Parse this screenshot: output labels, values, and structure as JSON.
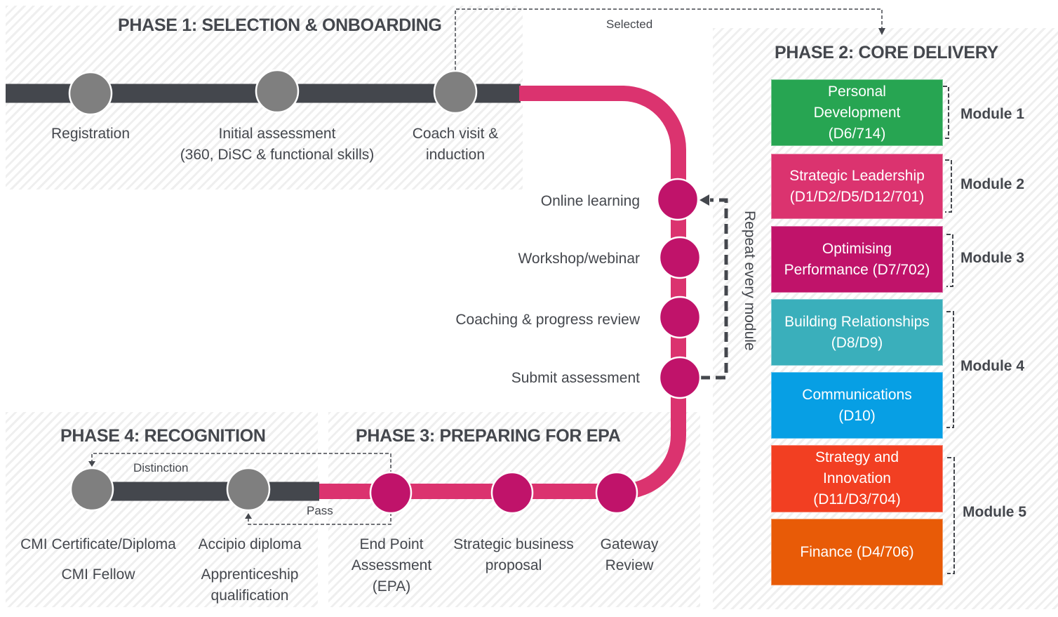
{
  "colors": {
    "dark_track": "#44474d",
    "pink_track": "#db336f",
    "pink_node": "#c0136a",
    "gray_node": "#7f7f7f",
    "text": "#44474d"
  },
  "phase1": {
    "title": "PHASE 1: SELECTION & ONBOARDING",
    "steps": [
      {
        "label_line1": "Registration",
        "label_line2": ""
      },
      {
        "label_line1": "Initial assessment",
        "label_line2": "(360, DiSC & functional skills)"
      },
      {
        "label_line1": "Coach visit &",
        "label_line2": "induction"
      }
    ],
    "selected_label": "Selected"
  },
  "phase2": {
    "title": "PHASE 2: CORE DELIVERY",
    "loop_steps": [
      "Online learning",
      "Workshop/webinar",
      "Coaching & progress review",
      "Submit assessment"
    ],
    "repeat_label": "Repeat every module",
    "modules": [
      {
        "label": "Module 1",
        "boxes": [
          {
            "text": "Personal Development (D6/714)",
            "color": "#27a552"
          }
        ]
      },
      {
        "label": "Module 2",
        "boxes": [
          {
            "text": "Strategic Leadership (D1/D2/D5/D12/701)",
            "color": "#db336f"
          }
        ]
      },
      {
        "label": "Module 3",
        "boxes": [
          {
            "text": "Optimising Performance (D7/702)",
            "color": "#c0136a"
          }
        ]
      },
      {
        "label": "Module 4",
        "boxes": [
          {
            "text": "Building Relationships (D8/D9)",
            "color": "#3aafbb"
          },
          {
            "text": "Communications (D10)",
            "color": "#079fe4"
          }
        ]
      },
      {
        "label": "Module 5",
        "boxes": [
          {
            "text": "Strategy and Innovation (D11/D3/704)",
            "color": "#f23f22"
          },
          {
            "text": "Finance (D4/706)",
            "color": "#e85b07"
          }
        ]
      }
    ]
  },
  "phase3": {
    "title": "PHASE 3: PREPARING FOR EPA",
    "steps": [
      {
        "lines": [
          "End Point",
          "Assessment",
          "(EPA)"
        ]
      },
      {
        "lines": [
          "Strategic business",
          "proposal"
        ]
      },
      {
        "lines": [
          "Gateway",
          "Review"
        ]
      }
    ]
  },
  "phase4": {
    "title": "PHASE 4: RECOGNITION",
    "distinction_label": "Distinction",
    "pass_label": "Pass",
    "steps": [
      {
        "line1": "CMI Certificate/Diploma",
        "line2": "CMI Fellow"
      },
      {
        "line1": "Accipio diploma",
        "line2": "Apprenticeship",
        "line3": "qualification"
      }
    ]
  }
}
